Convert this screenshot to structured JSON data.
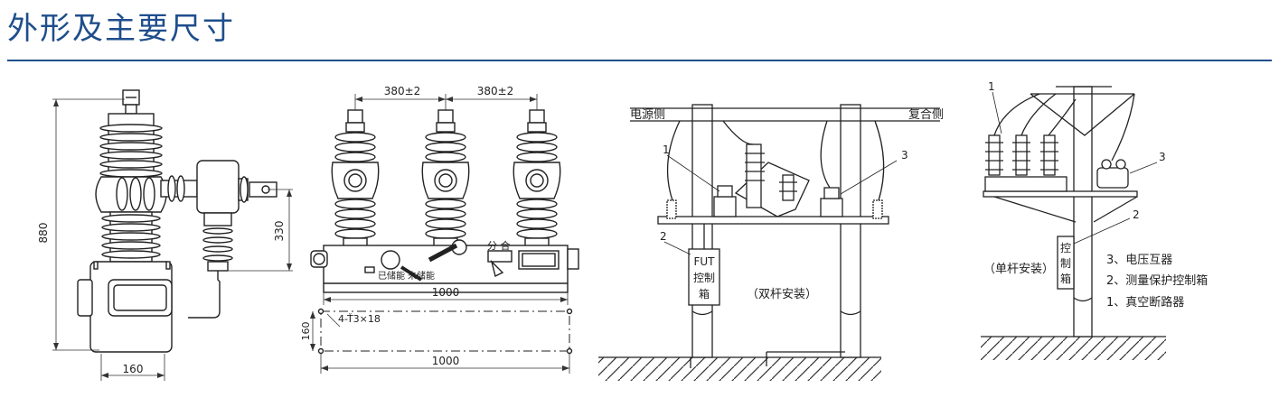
{
  "heading": {
    "title": "外形及主要尺寸"
  },
  "fig1": {
    "dim_height": "880",
    "dim_330": "330",
    "dim_width": "160"
  },
  "fig2": {
    "dim_spacing_left": "380±2",
    "dim_spacing_right": "380±2",
    "dim_length": "1000",
    "dim_base_length": "1000",
    "dim_base_depth": "160",
    "holes": "4-Ť3×18",
    "label_stored": "已储能",
    "label_unstored": "未储能",
    "label_open_close": "分 合"
  },
  "fig3": {
    "source_side": "电源侧",
    "compound_side": "复合侧",
    "callout_1": "1",
    "callout_2": "2",
    "callout_3": "3",
    "box_label": "FUT\n控制\n箱",
    "box_line1": "FUT",
    "box_line2": "控制",
    "box_line3": "箱",
    "caption": "（双杆安装）"
  },
  "fig4": {
    "callout_1": "1",
    "callout_2": "2",
    "callout_3": "3",
    "box_line1": "控",
    "box_line2": "制",
    "box_line3": "箱",
    "caption": "（单杆安装）",
    "legend": [
      "3、电压互器",
      "2、测量保护控制箱",
      "1、真空断路器"
    ]
  }
}
